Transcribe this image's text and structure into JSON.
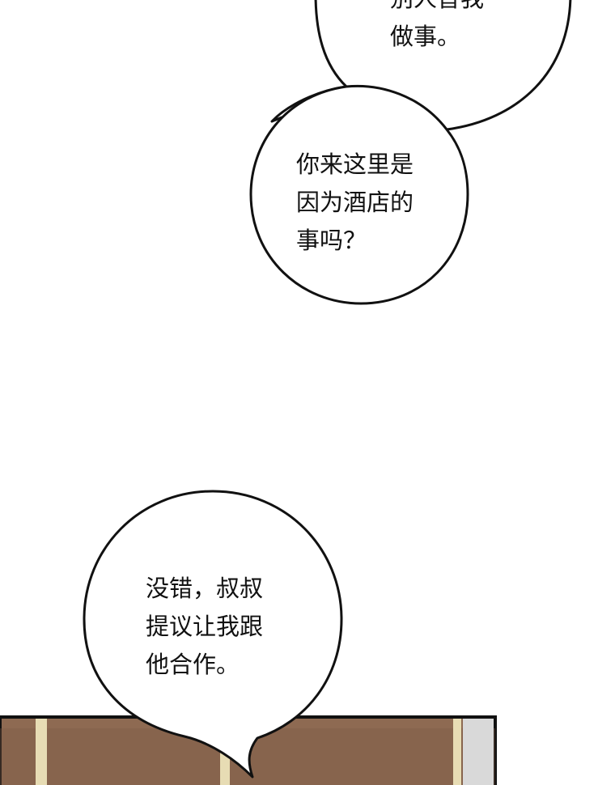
{
  "bubbles": {
    "top": {
      "lines": [
        "别人替我",
        "做事。"
      ]
    },
    "middle": {
      "lines": [
        "你来这里是",
        "因为酒店的",
        "事吗？"
      ]
    },
    "bottom": {
      "lines": [
        "没错，叔叔",
        "提议让我跟",
        "他合作。"
      ]
    }
  },
  "colors": {
    "outline": "#111111",
    "bubble_fill": "#ffffff",
    "wood_panel": "#8e6a52",
    "wood_dark": "#7a5a44",
    "wood_stripe": "#e7dcb4",
    "wall_gray": "#d9d9d9"
  }
}
